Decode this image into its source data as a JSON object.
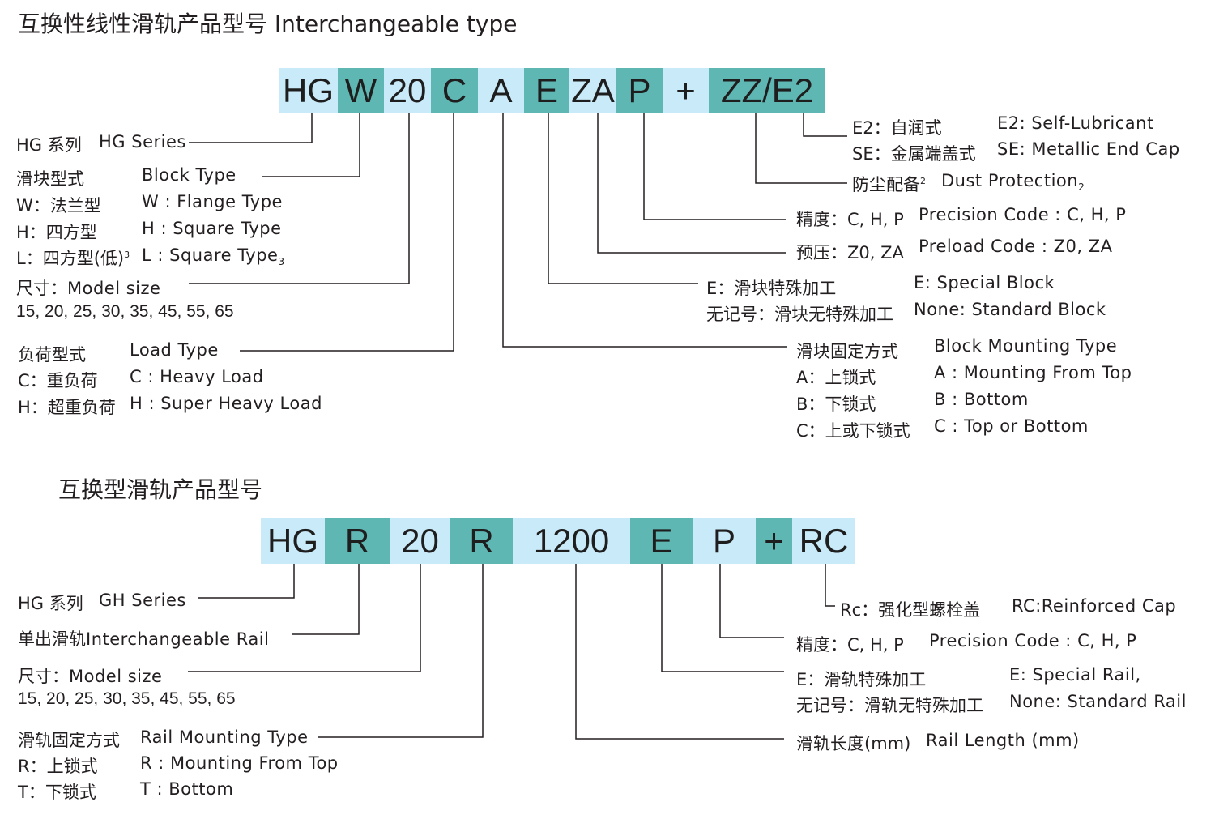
{
  "colors": {
    "light": "#c9eaf8",
    "teal": "#5fb7b4",
    "line": "#231f20"
  },
  "sec1": {
    "title": "互换性线性滑轨产品型号  Interchangeable type",
    "code": [
      {
        "text": "HG",
        "style": "light"
      },
      {
        "text": "W",
        "style": "teal"
      },
      {
        "text": "20",
        "style": "light"
      },
      {
        "text": "C",
        "style": "teal"
      },
      {
        "text": "A",
        "style": "light"
      },
      {
        "text": "E",
        "style": "teal"
      },
      {
        "text": "ZA",
        "style": "light"
      },
      {
        "text": "P",
        "style": "teal"
      },
      {
        "text": "+",
        "style": "light"
      },
      {
        "text": "ZZ/E2",
        "style": "teal"
      }
    ],
    "hg_series": {
      "cn": "HG 系列",
      "en": "HG Series"
    },
    "block_type": {
      "cn": "滑块型式",
      "en": "Block Type",
      "w_cn": "W：法兰型",
      "w_en": "W : Flange Type",
      "h_cn": "H：四方型",
      "h_en": "H : Square Type",
      "l_cn": "L：四方型(低)",
      "l_sup": "3",
      "l_en": "L : Square Type",
      "l_en_sub": "3"
    },
    "model_size": {
      "cn": "尺寸：",
      "en": "Model size",
      "values": "15, 20, 25, 30, 35, 45, 55, 65"
    },
    "load_type": {
      "cn": "负荷型式",
      "en": "Load Type",
      "c_cn": "C：重负荷",
      "c_en": "C : Heavy Load",
      "h_cn": "H：超重负荷",
      "h_en": "H : Super Heavy Load"
    },
    "lubricant": {
      "e2_cn": "E2：自润式",
      "e2_en": "E2: Self-Lubricant",
      "se_cn": "SE：金属端盖式",
      "se_en": "SE: Metallic End Cap"
    },
    "dust": {
      "cn": "防尘配备",
      "sup": "2",
      "en": "Dust Protection",
      "sub": "2"
    },
    "precision": {
      "cn": "精度：C, H, P",
      "en": "Precision Code : C, H, P"
    },
    "preload": {
      "cn": "预压：Z0, ZA",
      "en": "Preload Code : Z0, ZA"
    },
    "special": {
      "e_cn": "E：滑块特殊加工",
      "e_en": "E: Special Block",
      "none_cn": "无记号：滑块无特殊加工",
      "none_en": "None: Standard Block"
    },
    "mounting": {
      "cn": "滑块固定方式",
      "en": "Block Mounting Type",
      "a_cn": "A：上锁式",
      "a_en": "A : Mounting From Top",
      "b_cn": "B：下锁式",
      "b_en": "B : Bottom",
      "c_cn": "C：上或下锁式",
      "c_en": "C : Top or Bottom"
    }
  },
  "sec2": {
    "title": "互换型滑轨产品型号",
    "code": [
      {
        "text": "HG",
        "style": "light"
      },
      {
        "text": "R",
        "style": "teal"
      },
      {
        "text": "20",
        "style": "light"
      },
      {
        "text": "R",
        "style": "teal"
      },
      {
        "text": "1200",
        "style": "light"
      },
      {
        "text": "E",
        "style": "teal"
      },
      {
        "text": "P",
        "style": "light"
      },
      {
        "text": "+",
        "style": "teal"
      },
      {
        "text": "RC",
        "style": "light"
      }
    ],
    "hg_series": {
      "cn": "HG 系列",
      "en": "GH Series"
    },
    "rail": {
      "cn": "单出滑轨",
      "en": "Interchangeable Rail"
    },
    "model_size": {
      "cn": "尺寸：",
      "en": "Model size",
      "values": "15, 20, 25, 30, 35, 45, 55, 65"
    },
    "rail_mount": {
      "cn": "滑轨固定方式",
      "en": "Rail Mounting Type",
      "r_cn": "R：上锁式",
      "r_en": "R : Mounting From Top",
      "t_cn": "T：下锁式",
      "t_en": "T : Bottom"
    },
    "cap": {
      "cn": "Rc：强化型螺栓盖",
      "en": "RC:Reinforced Cap"
    },
    "precision": {
      "cn": "精度：C, H, P",
      "en": "Precision Code : C, H, P"
    },
    "special": {
      "e_cn": "E：滑轨特殊加工",
      "e_en": "E: Special Rail,",
      "none_cn": "无记号：滑轨无特殊加工",
      "none_en": "None: Standard Rail"
    },
    "length": {
      "cn": "滑轨长度(mm)",
      "en": "Rail Length (mm)"
    }
  }
}
